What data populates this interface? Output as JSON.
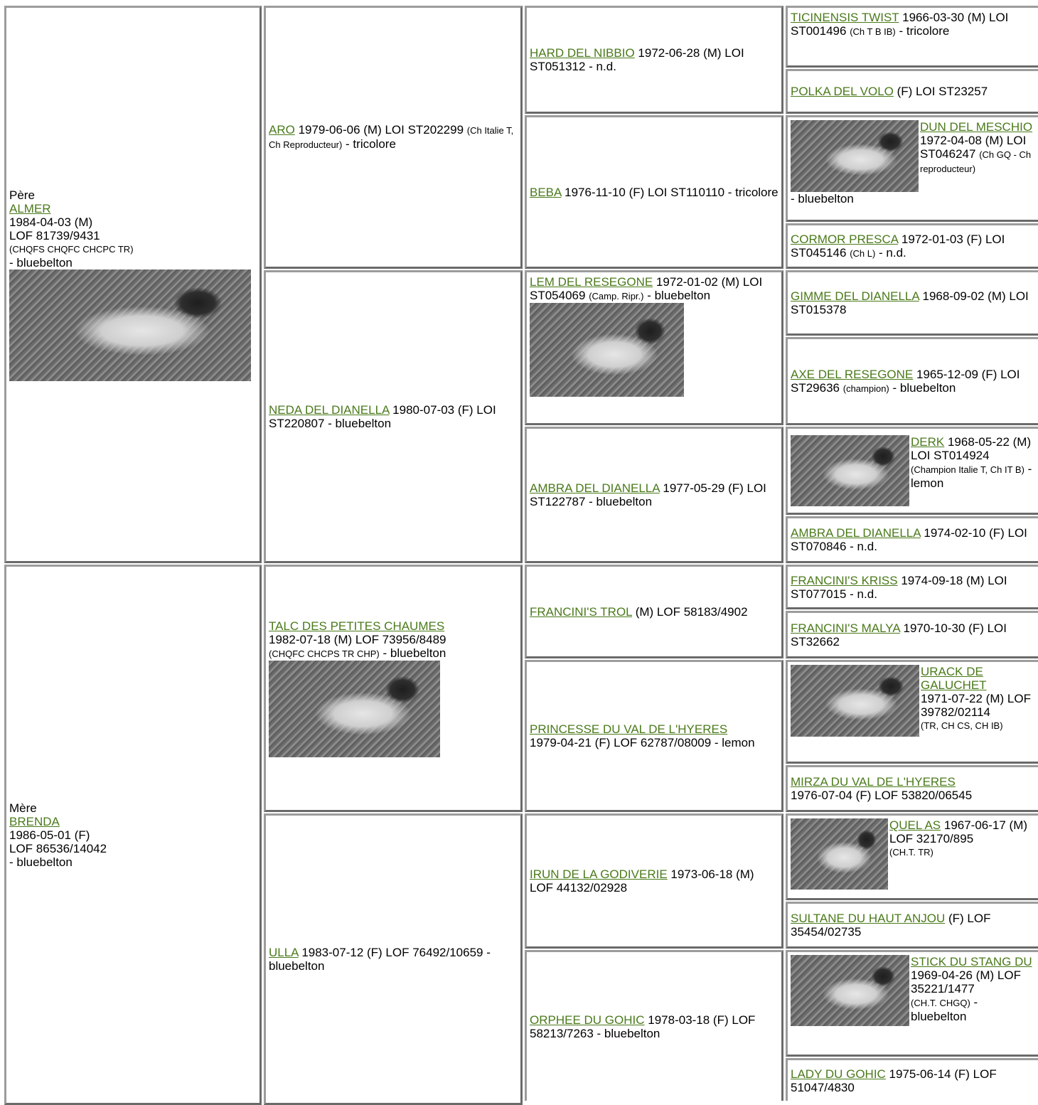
{
  "sire": {
    "role": "Père",
    "name": "ALMER",
    "born": "1984-04-03 (M)",
    "reg": "LOF 81739/9431",
    "titles": "(CHQFS CHQFC CHCPC TR)",
    "color": "- bluebelton",
    "sire": {
      "name": "ARO",
      "info": " 1979-06-06 (M) LOI ST202299 ",
      "titles": "(Ch Italie T, Ch Reproducteur)",
      "color": " - tricolore",
      "sire": {
        "name": "HARD DEL NIBBIO",
        "info": " 1972-06-28 (M) LOI ST051312 - n.d.",
        "sire": {
          "name": "TICINENSIS TWIST",
          "info": " 1966-03-30 (M) LOI ST001496 ",
          "titles": "(Ch T B IB)",
          "color": " - tricolore"
        },
        "dam": {
          "name": "POLKA DEL VOLO",
          "info": " (F) LOI ST23257"
        }
      },
      "dam": {
        "name": "BEBA",
        "info": " 1976-11-10 (F) LOI ST110110 - tricolore",
        "sire": {
          "name": "DUN DEL MESCHIO",
          "info": " 1972-04-08 (M) LOI ST046247 ",
          "titles": "(Ch GQ - Ch reproducteur)",
          "color": "- bluebelton"
        },
        "dam": {
          "name": "CORMOR PRESCA",
          "info": " 1972-01-03 (F) LOI ST045146 ",
          "titles": "(Ch L)",
          "color": " - n.d."
        }
      }
    },
    "dam": {
      "name": "NEDA DEL DIANELLA",
      "info": " 1980-07-03 (F) LOI ST220807 - bluebelton",
      "sire": {
        "name": "LEM DEL RESEGONE",
        "info": " 1972-01-02 (M) LOI ST054069 ",
        "titles": "(Camp. Ripr.)",
        "color": " - bluebelton",
        "sire": {
          "name": "GIMME DEL DIANELLA",
          "info": " 1968-09-02 (M) LOI ST015378"
        },
        "dam": {
          "name": "AXE DEL RESEGONE",
          "info": " 1965-12-09 (F) LOI ST29636 ",
          "titles": "(champion)",
          "color": " - bluebelton"
        }
      },
      "dam": {
        "name": "AMBRA DEL DIANELLA",
        "info": " 1977-05-29 (F) LOI ST122787 - bluebelton",
        "sire": {
          "name": "DERK",
          "info": " 1968-05-22 (M) LOI ST014924 ",
          "titles": "(Champion Italie T, Ch IT B)",
          "color": " - lemon"
        },
        "dam": {
          "name": "AMBRA DEL DIANELLA",
          "info": " 1974-02-10 (F) LOI ST070846 - n.d."
        }
      }
    }
  },
  "dam": {
    "role": "Mère",
    "name": "BRENDA",
    "born": "1986-05-01 (F)",
    "reg": "LOF 86536/14042",
    "color": "- bluebelton",
    "sire": {
      "name": "TALC DES PETITES CHAUMES",
      "info": "1982-07-18 (M) LOF 73956/8489",
      "titles": "(CHQFC CHCPS TR CHP)",
      "color": " - bluebelton",
      "sire": {
        "name": "FRANCINI'S TROL",
        "info": " (M) LOF 58183/4902",
        "sire": {
          "name": "FRANCINI'S KRISS",
          "info": " 1974-09-18 (M) LOI ST077015 - n.d."
        },
        "dam": {
          "name": "FRANCINI'S MALYA",
          "info": " 1970-10-30 (F) LOI ST32662"
        }
      },
      "dam": {
        "name": "PRINCESSE DU VAL DE L'HYERES",
        "info": "1979-04-21 (F) LOF 62787/08009 - lemon",
        "sire": {
          "name": "URACK DE GALUCHET",
          "info": "1971-07-22 (M) LOF 39782/02114",
          "titles": "(TR, CH CS, CH IB)"
        },
        "dam": {
          "name": "MIRZA DU VAL DE L'HYERES",
          "info": "1976-07-04 (F) LOF 53820/06545"
        }
      }
    },
    "dam": {
      "name": "ULLA",
      "info": " 1983-07-12 (F) LOF 76492/10659 - bluebelton",
      "sire": {
        "name": "IRUN DE LA GODIVERIE",
        "info": " 1973-06-18 (M) LOF 44132/02928",
        "sire": {
          "name": "QUEL AS",
          "info": " 1967-06-17 (M) LOF 32170/895",
          "titles": "(CH.T. TR)"
        },
        "dam": {
          "name": "SULTANE DU HAUT ANJOU",
          "info": " (F) LOF 35454/02735"
        }
      },
      "dam": {
        "name": "ORPHEE DU GOHIC",
        "info": " 1978-03-18 (F) LOF 58213/7263 - bluebelton",
        "sire": {
          "name": "STICK DU STANG DU",
          "info": " 1969-04-26 (M) LOF 35221/1477",
          "titles": "(CH.T. CHGQ)",
          "color": " - bluebelton"
        },
        "dam": {
          "name": "LADY DU GOHIC",
          "info": " 1975-06-14 (F) LOF 51047/4830"
        }
      }
    }
  }
}
